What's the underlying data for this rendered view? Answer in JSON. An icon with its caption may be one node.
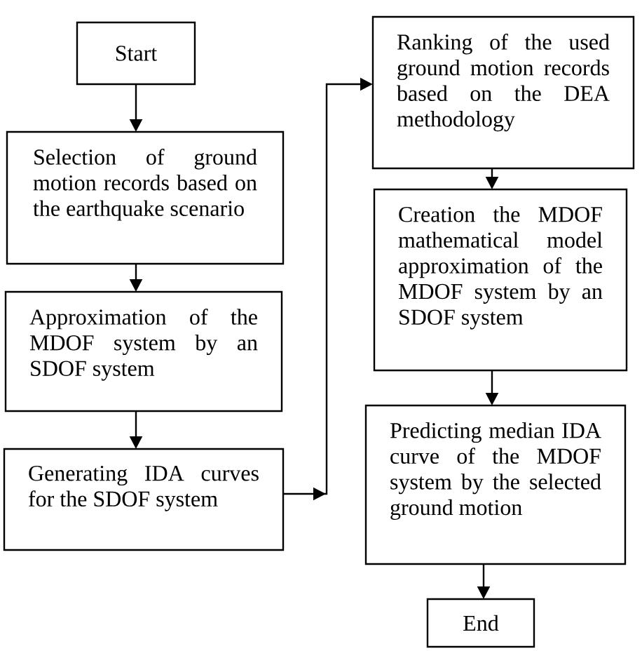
{
  "diagram": {
    "nodes": [
      {
        "text": [
          "Start"
        ]
      },
      {
        "text": [
          "Selection of ground motion records based on the earthquake scenario"
        ]
      },
      {
        "text": [
          "Approximation of the MDOF system by an SDOF system"
        ]
      },
      {
        "text": [
          "Generating IDA curves for the SDOF system"
        ]
      },
      {
        "text": [
          "Ranking of the used ground motion records based on the DEA methodology"
        ]
      },
      {
        "text": [
          "Creation the MDOF mathematical model approximation of the MDOF system by an SDOF system"
        ]
      },
      {
        "text": [
          "Predicting median IDA curve of the MDOF system by the selected ground motion"
        ]
      },
      {
        "text": [
          "End"
        ]
      }
    ],
    "edges": [
      {
        "from": 0,
        "to": 1,
        "arrow": "to"
      },
      {
        "from": 1,
        "to": 2,
        "arrow": "to"
      },
      {
        "from": 2,
        "to": 3,
        "arrow": "to"
      },
      {
        "from": 3,
        "to": 4,
        "arrow": "to"
      },
      {
        "from": 4,
        "to": 5,
        "arrow": "to"
      },
      {
        "from": 5,
        "to": 6,
        "arrow": "to"
      },
      {
        "from": 6,
        "to": 7,
        "arrow": "to"
      }
    ]
  }
}
